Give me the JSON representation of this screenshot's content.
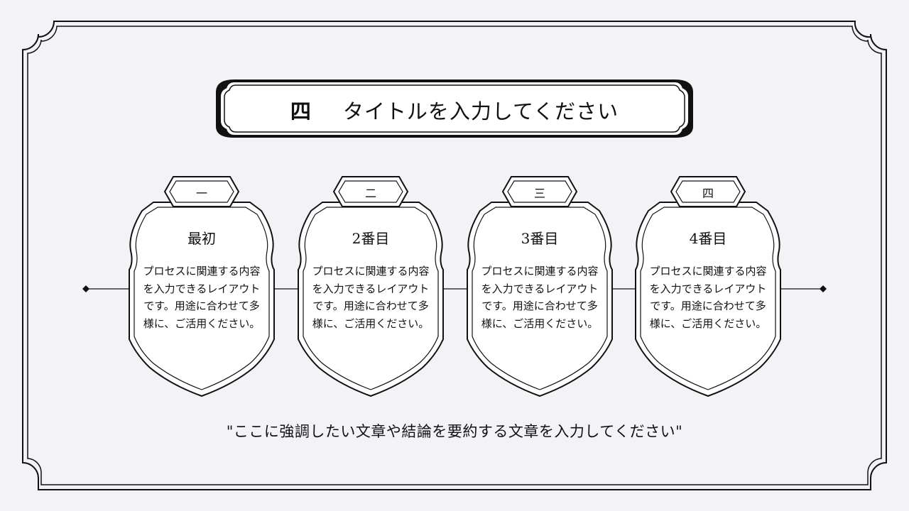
{
  "title": {
    "number": "四",
    "text": "タイトルを入力してください"
  },
  "steps": [
    {
      "label": "一",
      "heading": "最初",
      "body": "プロセスに関連する内容を入力できるレイアウトです。用途に合わせて多様に、ご活用ください。"
    },
    {
      "label": "二",
      "heading": "2番目",
      "body": "プロセスに関連する内容を入力できるレイアウトです。用途に合わせて多様に、ご活用ください。"
    },
    {
      "label": "三",
      "heading": "3番目",
      "body": "プロセスに関連する内容を入力できるレイアウトです。用途に合わせて多様に、ご活用ください。"
    },
    {
      "label": "四",
      "heading": "4番目",
      "body": "プロセスに関連する内容を入力できるレイアウトです。用途に合わせて多様に、ご活用ください。"
    }
  ],
  "summary": "\"ここに強調したい文章や結論を要約する文章を入力してください\"",
  "colors": {
    "background": "#f3f3f7",
    "line": "#111111",
    "card_fill": "#ffffff"
  }
}
